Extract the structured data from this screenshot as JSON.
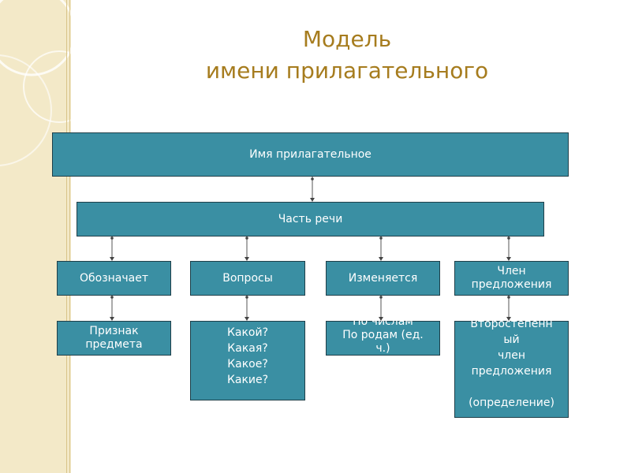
{
  "title": {
    "line1": "Модель",
    "line2": "имени прилагательного"
  },
  "nodes": {
    "root": "Имя прилагательное",
    "part_of_speech": "Часть речи",
    "denotes": "Обозначает",
    "questions": "Вопросы",
    "changes": "Изменяется",
    "sentence_member": "Член\nпредложения",
    "denotes_value": "Признак\nпредмета",
    "questions_value": "Какой?\nКакая?\nКакое?\nКакие?",
    "changes_value": "По числам\nПо родам (ед.\nч.)",
    "sentence_member_value": "Второстепенн\nый\nчлен\nпредложения\n\n(определение)"
  },
  "colors": {
    "box_fill": "#3a8fa3",
    "box_border": "#1f3f49",
    "title": "#a67c1e",
    "sidebar": "#f3e9c8"
  }
}
